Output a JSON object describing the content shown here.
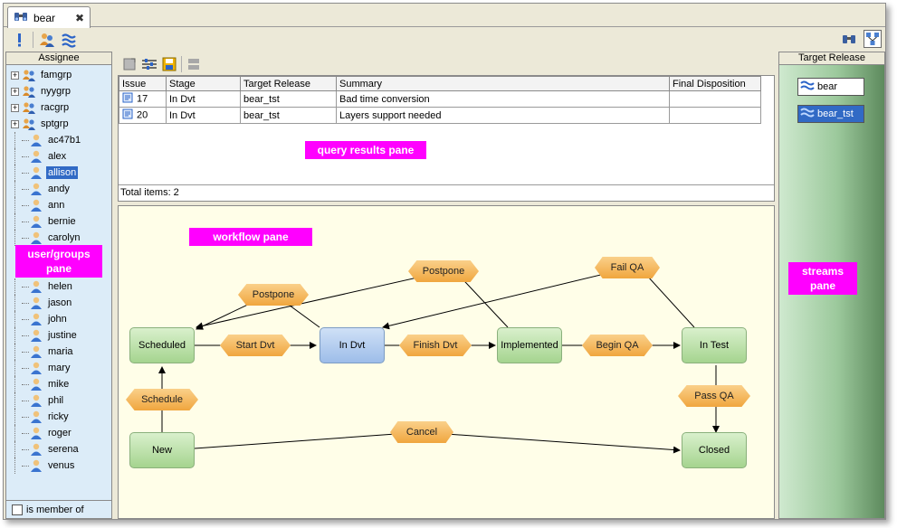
{
  "tab": {
    "label": "bear",
    "close_glyph": "✖"
  },
  "toolbar": {
    "icons": [
      "alert-icon",
      "users-icon",
      "streams-icon"
    ],
    "right_icons": [
      "binoculars-icon",
      "workflow-icon"
    ]
  },
  "assignee_pane": {
    "header": "Assignee",
    "groups": [
      "famgrp",
      "nyygrp",
      "racgrp",
      "sptgrp"
    ],
    "users": [
      "ac47b1",
      "alex",
      "allison",
      "andy",
      "ann",
      "bernie",
      "carolyn",
      "helen",
      "jason",
      "john",
      "justine",
      "maria",
      "mary",
      "mike",
      "phil",
      "ricky",
      "roger",
      "serena",
      "venus"
    ],
    "selected_user": "allison",
    "footer_checkbox_label": "is member of",
    "annotation": "user/groups pane"
  },
  "results_pane": {
    "columns": [
      "Issue",
      "Stage",
      "Target Release",
      "Summary",
      "Final Disposition"
    ],
    "rows": [
      {
        "issue": "17",
        "stage": "In Dvt",
        "target": "bear_tst",
        "summary": "Bad time conversion",
        "disposition": ""
      },
      {
        "issue": "20",
        "stage": "In Dvt",
        "target": "bear_tst",
        "summary": "Layers support needed",
        "disposition": ""
      }
    ],
    "total_items": "Total items: 2",
    "annotation": "query results pane"
  },
  "workflow_pane": {
    "annotation": "workflow pane",
    "states": {
      "scheduled": "Scheduled",
      "in_dvt": "In Dvt",
      "implemented": "Implemented",
      "in_test": "In Test",
      "new": "New",
      "closed": "Closed"
    },
    "transitions": {
      "start_dvt": "Start Dvt",
      "finish_dvt": "Finish Dvt",
      "begin_qa": "Begin QA",
      "postpone_1": "Postpone",
      "postpone_2": "Postpone",
      "fail_qa": "Fail QA",
      "schedule": "Schedule",
      "pass_qa": "Pass QA",
      "cancel": "Cancel"
    }
  },
  "streams_pane": {
    "header": "Target Release",
    "streams": [
      "bear",
      "bear_tst"
    ],
    "selected_stream": "bear_tst",
    "annotation": "streams pane"
  },
  "colors": {
    "annotation_magenta": "#ff00ff",
    "selection_blue": "#316ac5",
    "state_green": "#a5d48f",
    "state_blue": "#9dbde9",
    "transition_orange": "#f0a63e"
  }
}
